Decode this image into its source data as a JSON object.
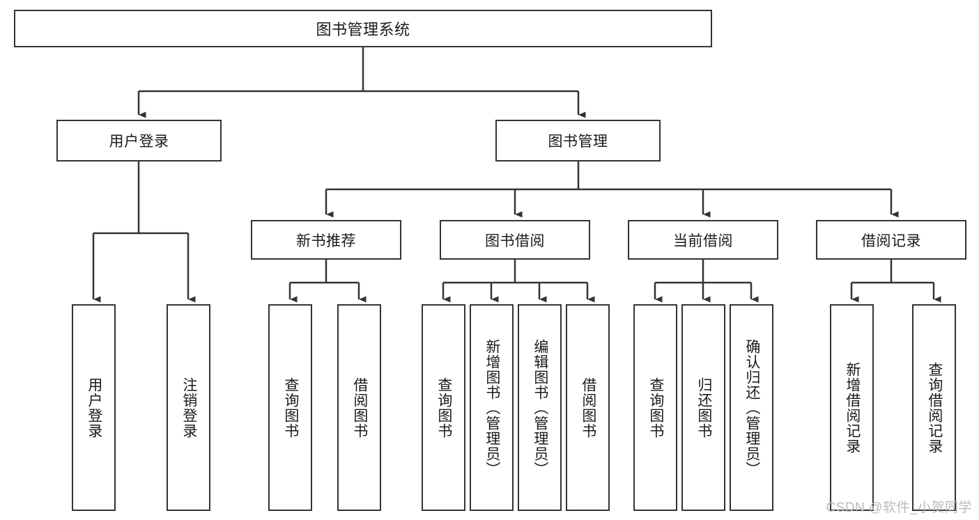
{
  "diagram": {
    "title": "图书管理系统",
    "type": "tree",
    "root": {
      "id": "root",
      "label": "图书管理系统"
    },
    "level2": [
      {
        "id": "user-login",
        "label": "用户登录"
      },
      {
        "id": "book-manage",
        "label": "图书管理"
      }
    ],
    "level3": [
      {
        "id": "new-book-recommend",
        "label": "新书推荐",
        "parent": "book-manage"
      },
      {
        "id": "book-borrow",
        "label": "图书借阅",
        "parent": "book-manage"
      },
      {
        "id": "current-borrow",
        "label": "当前借阅",
        "parent": "book-manage"
      },
      {
        "id": "borrow-record",
        "label": "借阅记录",
        "parent": "book-manage"
      }
    ],
    "leaves": [
      {
        "id": "leaf-user-login",
        "label": "用户登录",
        "parent": "user-login"
      },
      {
        "id": "leaf-user-logout",
        "label": "注销登录",
        "parent": "user-login"
      },
      {
        "id": "leaf-query-book-1",
        "label": "查询图书",
        "parent": "new-book-recommend"
      },
      {
        "id": "leaf-borrow-book-1",
        "label": "借阅图书",
        "parent": "new-book-recommend"
      },
      {
        "id": "leaf-query-book-2",
        "label": "查询图书",
        "parent": "book-borrow"
      },
      {
        "id": "leaf-add-book",
        "label": "新增图书（管理员）",
        "parent": "book-borrow"
      },
      {
        "id": "leaf-edit-book",
        "label": "编辑图书（管理员）",
        "parent": "book-borrow"
      },
      {
        "id": "leaf-borrow-book-2",
        "label": "借阅图书",
        "parent": "book-borrow"
      },
      {
        "id": "leaf-query-book-3",
        "label": "查询图书",
        "parent": "current-borrow"
      },
      {
        "id": "leaf-return-book",
        "label": "归还图书",
        "parent": "current-borrow"
      },
      {
        "id": "leaf-confirm-return",
        "label": "确认归还（管理员）",
        "parent": "current-borrow"
      },
      {
        "id": "leaf-add-record",
        "label": "新增借阅记录",
        "parent": "borrow-record"
      },
      {
        "id": "leaf-query-record",
        "label": "查询借阅记录",
        "parent": "borrow-record"
      }
    ]
  },
  "watermark": {
    "text": "CSDN @软件_小贺同学"
  },
  "colors": {
    "stroke": "#333333",
    "node_fill": "#ffffff",
    "text": "#1a1a1a",
    "watermark": "#b9b9b9",
    "background": "#ffffff"
  }
}
